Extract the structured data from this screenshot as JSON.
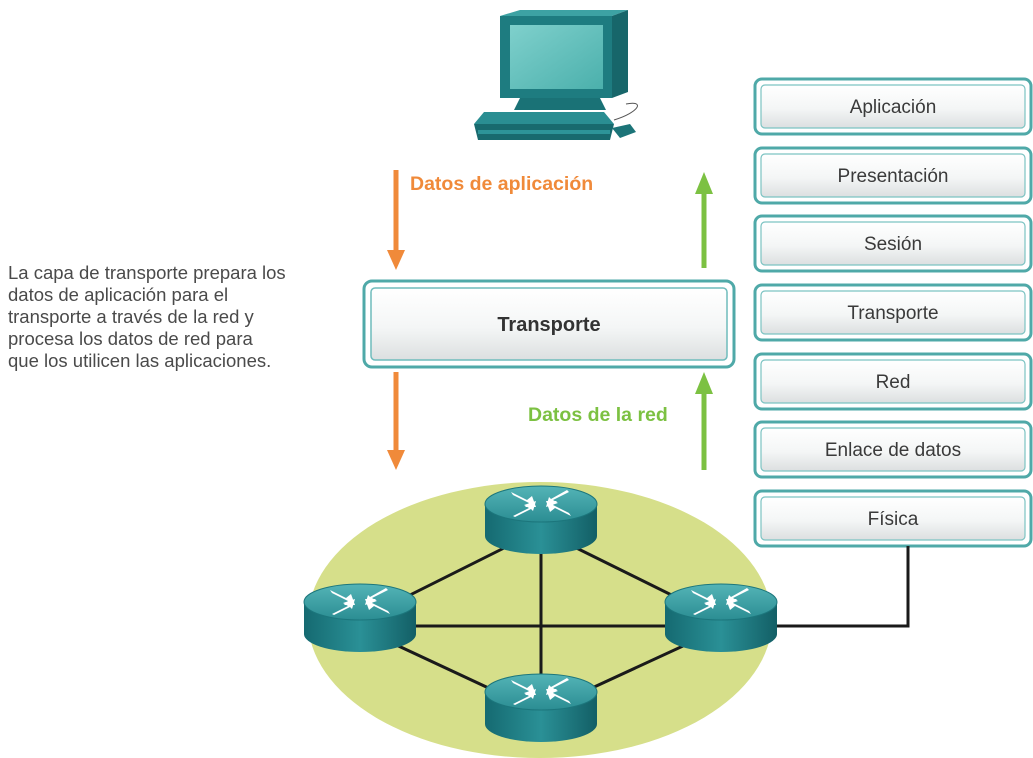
{
  "description_lines": [
    "La capa de transporte prepara los",
    "datos de aplicación para el",
    "transporte a través de la red y",
    "procesa los datos de red para",
    "que los utilicen las aplicaciones."
  ],
  "transport_box_label": "Transporte",
  "app_data_label": "Datos de aplicación",
  "network_data_label": "Datos de la red",
  "osi_layers": [
    "Aplicación",
    "Presentación",
    "Sesión",
    "Transporte",
    "Red",
    "Enlace de datos",
    "Física"
  ],
  "colors": {
    "app_data_arrow": "#f08a3a",
    "network_data_arrow": "#7cc142",
    "layer_border": "#4fa9a8",
    "network_ellipse": "#d6df8a",
    "router_teal": "#1f7f86"
  },
  "icons": {
    "computer": "computer-icon",
    "router": "router-icon"
  }
}
